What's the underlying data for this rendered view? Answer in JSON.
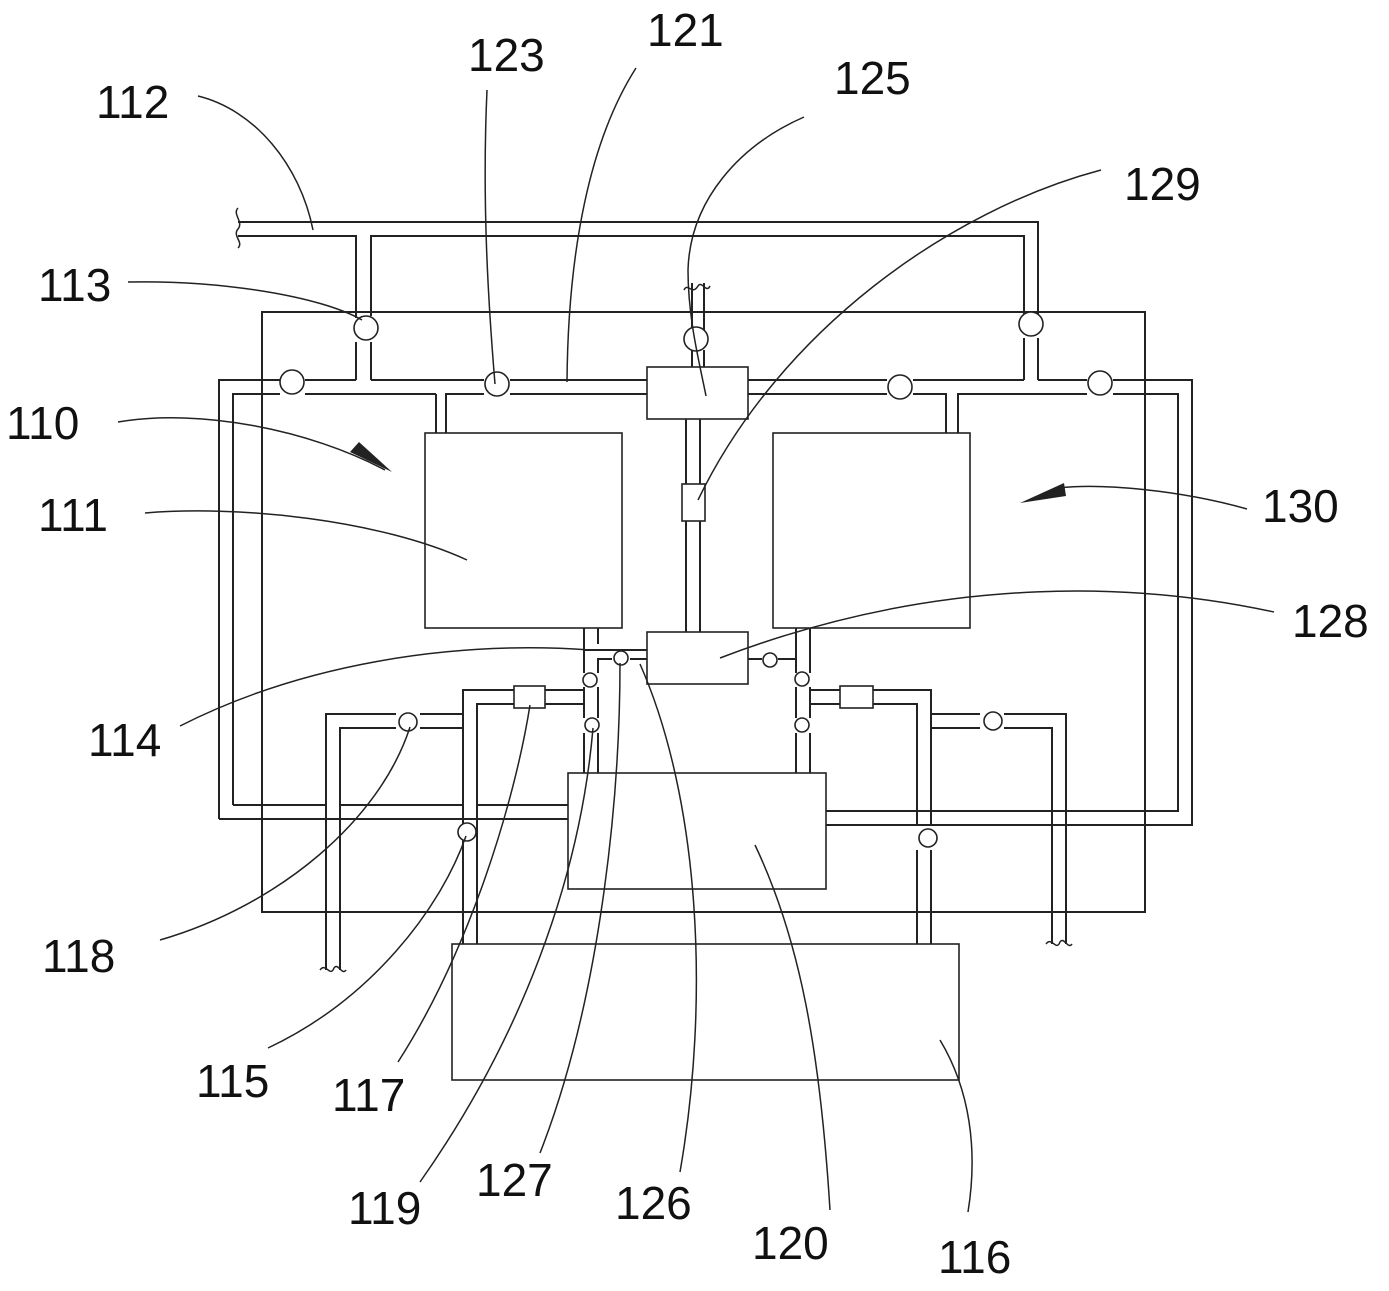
{
  "labels": {
    "l110": "110",
    "l111": "111",
    "l112": "112",
    "l113": "113",
    "l114": "114",
    "l115": "115",
    "l116": "116",
    "l117": "117",
    "l118": "118",
    "l119": "119",
    "l120": "120",
    "l121": "121",
    "l123": "123",
    "l125": "125",
    "l126": "126",
    "l127": "127",
    "l128": "128",
    "l129": "129",
    "l130": "130"
  },
  "colors": {
    "line": "#222222",
    "background": "#ffffff"
  }
}
